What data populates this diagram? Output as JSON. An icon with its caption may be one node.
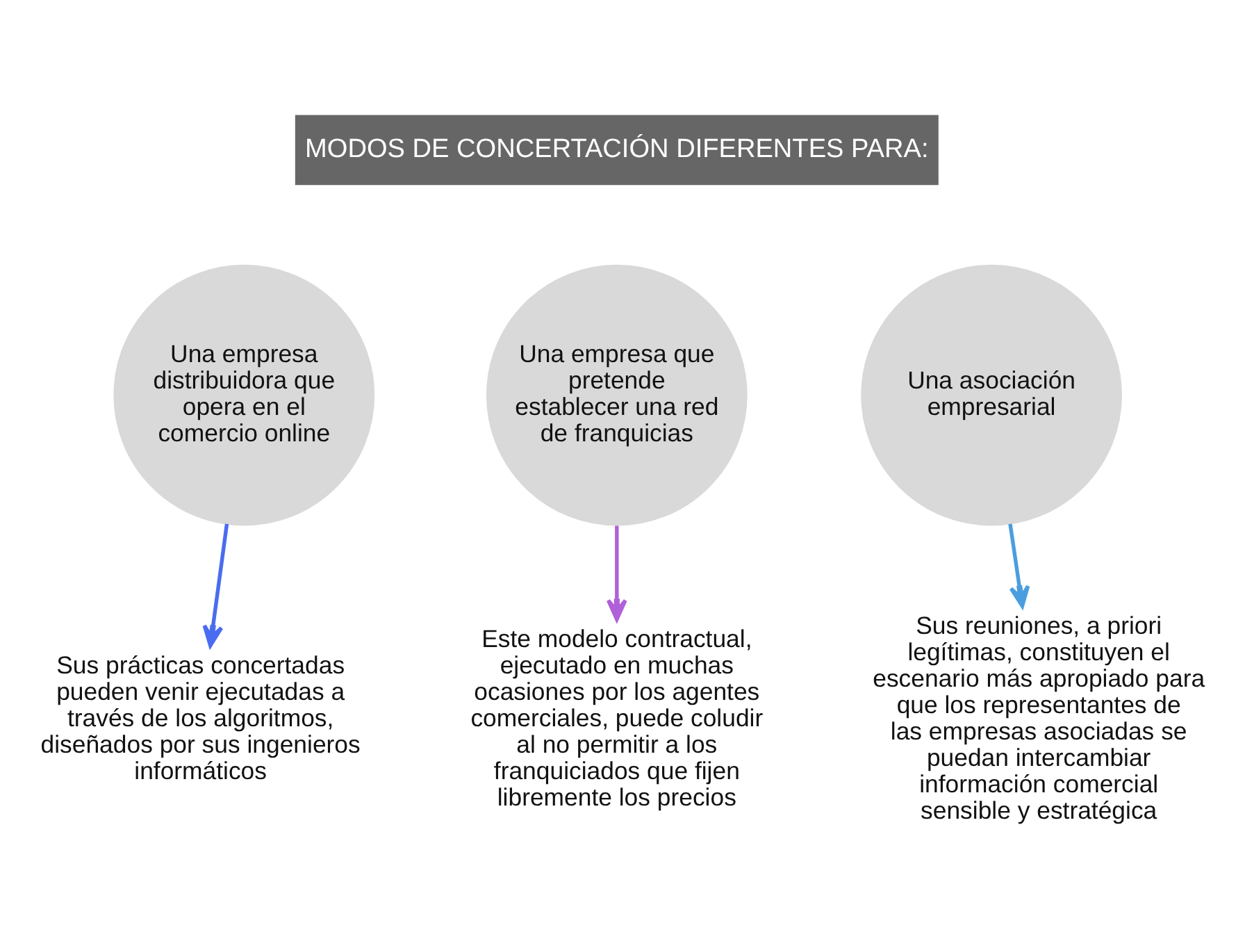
{
  "diagram": {
    "nodes": [
      {
        "text": [
          "MODOS DE CONCERTACIÓN DIFERENTES PARA:"
        ]
      },
      {
        "text": [
          "Una empresa distribuidora que opera en el comercio online"
        ]
      },
      {
        "text": [
          "Una empresa que pretende establecer una red de franquicias"
        ]
      },
      {
        "text": [
          "Una asociación empresarial"
        ]
      },
      {
        "text": [
          "Sus prácticas concertadas pueden venir ejecutadas a través de los algoritmos, diseñados por sus ingenieros informáticos"
        ]
      },
      {
        "text": [
          "Este modelo contractual, ejecutado en muchas ocasiones por los agentes comerciales, puede coludir al no permitir a los franquiciados que fijen libremente los precios"
        ]
      },
      {
        "text": [
          "Sus reuniones, a priori legítimas, constituyen el escenario más apropiado para que los representantes de las empresas asociadas se puedan intercambiar información comercial sensible y estratégica"
        ]
      }
    ],
    "edges": [
      {
        "from": 1,
        "to": 4,
        "arrow": "to",
        "color": "#4a6cf0"
      },
      {
        "from": 2,
        "to": 5,
        "arrow": "to",
        "color": "#b060d8"
      },
      {
        "from": 3,
        "to": 6,
        "arrow": "to",
        "color": "#4a9ee0"
      }
    ]
  }
}
